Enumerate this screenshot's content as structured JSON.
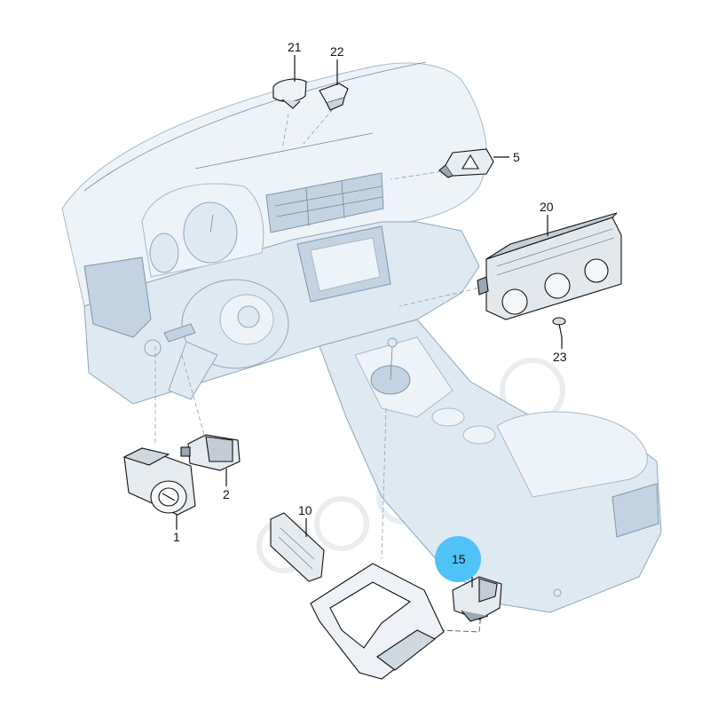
{
  "diagram": {
    "callouts": [
      {
        "id": "21",
        "label": "21"
      },
      {
        "id": "22",
        "label": "22"
      },
      {
        "id": "5",
        "label": "5"
      },
      {
        "id": "20",
        "label": "20"
      },
      {
        "id": "23",
        "label": "23"
      },
      {
        "id": "1",
        "label": "1"
      },
      {
        "id": "2",
        "label": "2"
      },
      {
        "id": "10",
        "label": "10"
      },
      {
        "id": "15",
        "label": "15",
        "highlighted": true
      }
    ],
    "highlight_color": "#4fc3f7"
  }
}
